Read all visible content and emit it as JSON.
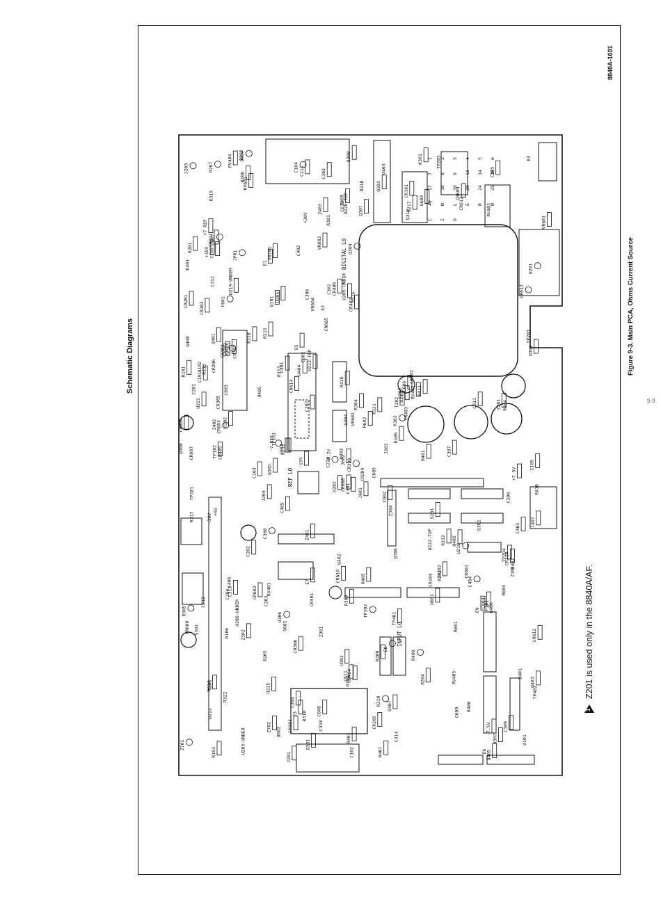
{
  "page": {
    "section_heading": "Schematic Diagrams",
    "figure_caption": "Figure 9-3. Main PCA, Ohms Current Source",
    "document_number": "8840A-1601",
    "note": {
      "marker": "1",
      "text": "Z201 is used only in the 8840A/AF."
    },
    "page_mark": "9-9"
  },
  "board": {
    "edge_labels": [
      "J601",
      "F601",
      "J602",
      "T201",
      "T202",
      "S601",
      "S603",
      "J202",
      "RV601"
    ],
    "regions": [
      {
        "id": "digital_lo",
        "label": "DIGITAL LO"
      },
      {
        "id": "input_lo",
        "label": "INPUT LO"
      },
      {
        "id": "ref_lo",
        "label": "REF LO"
      }
    ],
    "ic_labels": [
      "U101",
      "U102",
      "U201",
      "U202",
      "U203-UNDER",
      "U205-UNDER",
      "U206-UNDER",
      "U212-TOP",
      "U213",
      "U215",
      "U216",
      "U217",
      "U218",
      "U219-UNDER",
      "U220-TOP",
      "U221",
      "U222-TOP",
      "U301",
      "U302",
      "U303",
      "U304",
      "U305",
      "U306",
      "U307",
      "U401",
      "U402",
      "U403",
      "U404",
      "U405",
      "U601",
      "U602"
    ],
    "component_labels": [
      "R101",
      "R102",
      "R103",
      "R104",
      "R105",
      "R106",
      "R201",
      "R202",
      "R204",
      "R205",
      "R206",
      "R207",
      "R209",
      "R210",
      "R211",
      "R213",
      "R215",
      "R216",
      "R217",
      "R301",
      "R304",
      "R305",
      "R309",
      "R310",
      "R312",
      "R313",
      "R314",
      "R315",
      "R316",
      "R317",
      "R318",
      "R319",
      "R321",
      "R322",
      "R401",
      "R402",
      "R403",
      "R404",
      "R405",
      "R406",
      "R407",
      "R408",
      "R409",
      "R410",
      "R413",
      "R601",
      "R602",
      "R604",
      "C101",
      "C102",
      "C103",
      "C104",
      "C105",
      "C201",
      "C202",
      "C203",
      "C204",
      "C206",
      "C207",
      "C208",
      "C209",
      "C210",
      "C211",
      "C212",
      "C301",
      "C302",
      "C303",
      "C304",
      "C305",
      "C306",
      "C307",
      "C308",
      "C309",
      "C310",
      "C311",
      "C312",
      "C313",
      "C314",
      "C401",
      "C402",
      "C403",
      "C404",
      "C405",
      "C406",
      "C407",
      "C601",
      "C602",
      "C603",
      "C604",
      "C605",
      "C606",
      "C607",
      "C608",
      "C609",
      "C611",
      "C612",
      "Q101",
      "Q102",
      "Q301",
      "Q302",
      "Q303",
      "Q304",
      "Q305",
      "Q306",
      "Q307",
      "Q308",
      "Q309",
      "Q310",
      "Q401",
      "Q402",
      "Q403",
      "Q404",
      "Q405",
      "Q406",
      "Q407",
      "Q408",
      "CR101",
      "CR102",
      "CR103",
      "CR104",
      "CR201",
      "CR202",
      "CR203",
      "CR204",
      "CR205",
      "CR206",
      "CR301",
      "CR302",
      "CR303",
      "CR305",
      "CR306",
      "CR309",
      "CR310",
      "CR401",
      "CR402",
      "CR403",
      "CR404",
      "CR405",
      "CR406",
      "CR601",
      "CR602",
      "CR603",
      "CR604",
      "CR605",
      "CR606",
      "CR607",
      "CR608",
      "CR609",
      "CR610",
      "CR611",
      "CR612",
      "CR613",
      "CR614",
      "Z101",
      "Z201",
      "Z301",
      "Z302",
      "Z304",
      "Z401",
      "Z402",
      "Z403",
      "Z701",
      "Z702",
      "RV401",
      "RV402",
      "RV403",
      "RV404",
      "RV405",
      "K301",
      "K401",
      "J201",
      "J203",
      "J204",
      "TP101",
      "TP102",
      "TP201",
      "TP202",
      "TP203",
      "TP204",
      "TP205",
      "TP301",
      "TP303",
      "TP401",
      "TP402",
      "E1",
      "E2",
      "E3",
      "E4",
      "E5",
      "E6",
      "E7",
      "E8",
      "E9",
      "F301",
      "S201",
      "S301",
      "VR601",
      "VR602",
      "VR603",
      "VR604",
      "VR701",
      "JPR1",
      "JPR2"
    ],
    "supply_labels": [
      "+30V",
      "+15V",
      "+5V",
      "-15V",
      "-30V",
      "-7.5V",
      "-8.2V",
      "+7.5V",
      "-7 REF",
      "+7 REF"
    ],
    "pin_marks": [
      "1",
      "2",
      "3",
      "4",
      "5",
      "6",
      "7",
      "8",
      "9",
      "13",
      "14",
      "16",
      "17",
      "18",
      "19",
      "20",
      "24",
      "25",
      "40",
      "N",
      "L",
      "E",
      "R",
      "W",
      "C",
      "I",
      "O"
    ]
  }
}
